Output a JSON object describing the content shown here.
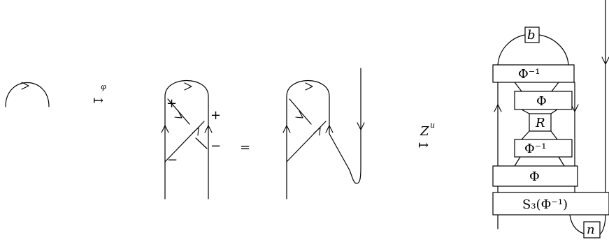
{
  "arrow_phi_symbol": "φ",
  "arrow_phi_glyph": "↦",
  "arrow_z_symbol": "Z",
  "arrow_z_superscript": "u",
  "arrow_z_glyph": "↦",
  "equals": "=",
  "signs": {
    "top_left": "+",
    "right_plus": "+",
    "right_minus": "−",
    "bottom_left": "−"
  },
  "boxes": {
    "b": "b",
    "phi_inv_top": "Φ⁻¹",
    "phi_top": "Φ",
    "r": "R",
    "phi_inv_mid": "Φ⁻¹",
    "phi_bottom": "Φ",
    "s3": "S₃(Φ⁻¹)",
    "n": "n"
  }
}
